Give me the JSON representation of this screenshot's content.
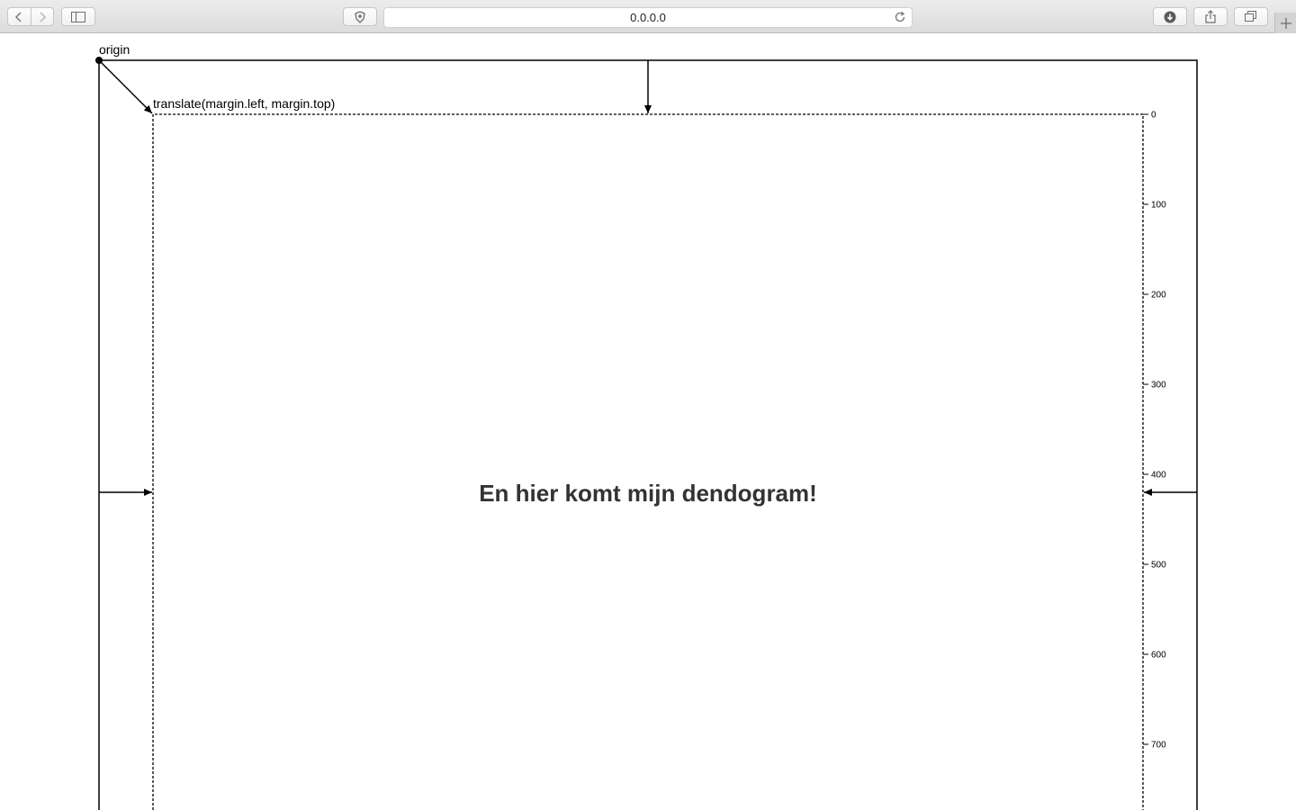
{
  "browser": {
    "url": "0.0.0.0",
    "icons": {
      "back": "chevron-left-icon",
      "forward": "chevron-right-icon",
      "sidebar": "sidebar-icon",
      "privacy": "shield-icon",
      "reload": "reload-icon",
      "downloads": "download-icon",
      "share": "share-icon",
      "tabs": "tabs-icon",
      "new_tab": "plus-icon"
    }
  },
  "diagram": {
    "origin_label": "origin",
    "translate_label": "translate(margin.left, margin.top)",
    "heading": "En hier komt mijn dendogram!",
    "axis": {
      "orientation": "right",
      "ticks": [
        0,
        100,
        200,
        300,
        400,
        500,
        600,
        700
      ]
    }
  }
}
